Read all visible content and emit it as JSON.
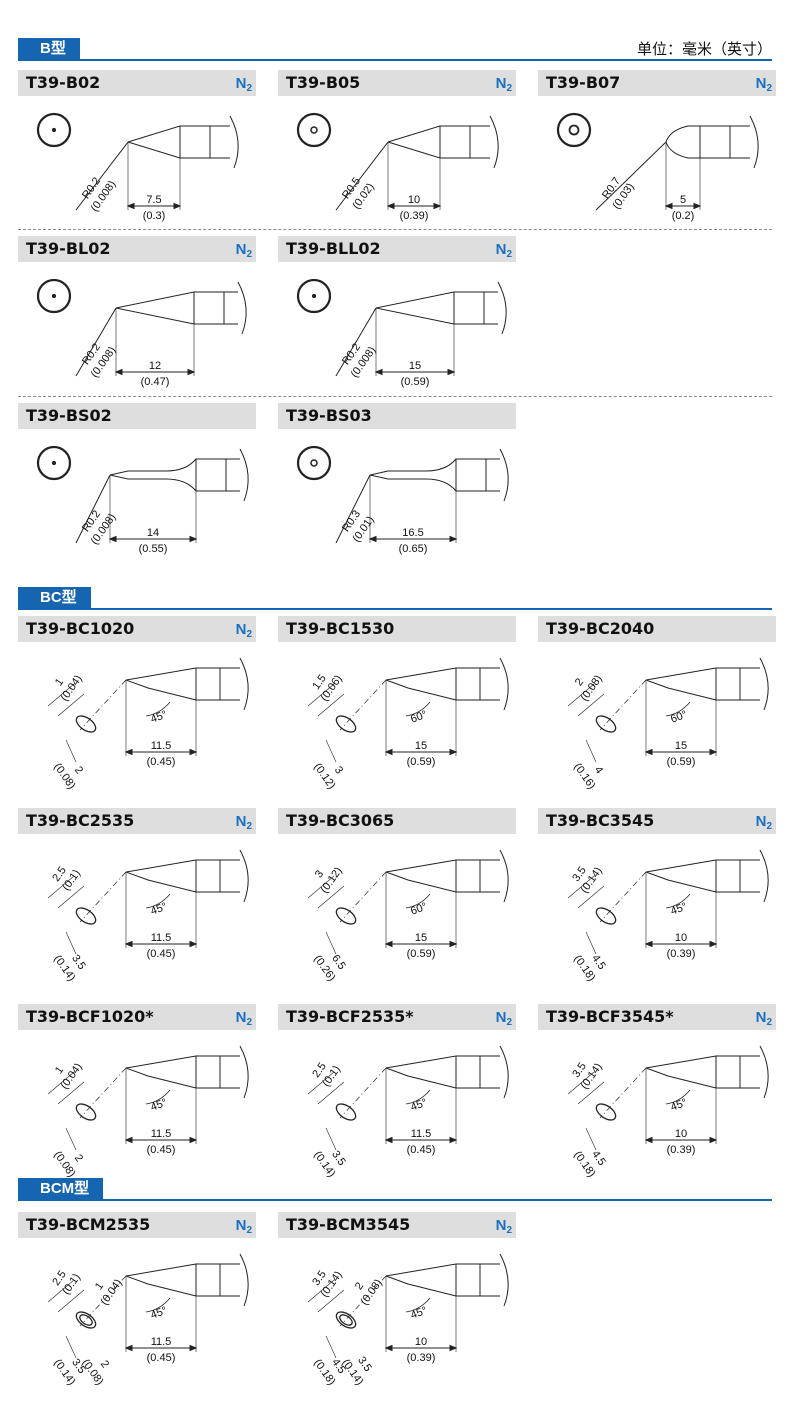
{
  "unit_label": "单位：毫米（英寸）",
  "n2_symbol": "N",
  "n2_subscript": "2",
  "sections": [
    {
      "label": "B型"
    },
    {
      "label": "BC型"
    },
    {
      "label": "BCM型"
    }
  ],
  "tips": [
    {
      "name": "T39-B02",
      "n2": true,
      "kind": "conical",
      "circle": "dot",
      "r": "R0.2",
      "r_in": "(0.008)",
      "len": "7.5",
      "len_in": "(0.3)"
    },
    {
      "name": "T39-B05",
      "n2": true,
      "kind": "conical",
      "circle": "ring-small",
      "r": "R0.5",
      "r_in": "(0.02)",
      "len": "10",
      "len_in": "(0.39)"
    },
    {
      "name": "T39-B07",
      "n2": true,
      "kind": "conical-short",
      "circle": "ring",
      "r": "R0.7",
      "r_in": "(0.03)",
      "len": "5",
      "len_in": "(0.2)"
    },
    {
      "name": "T39-BL02",
      "n2": true,
      "kind": "conical-long",
      "circle": "dot",
      "r": "R0.2",
      "r_in": "(0.008)",
      "len": "12",
      "len_in": "(0.47)"
    },
    {
      "name": "T39-BLL02",
      "n2": true,
      "kind": "conical-long",
      "circle": "dot",
      "r": "R0.2",
      "r_in": "(0.008)",
      "len": "15",
      "len_in": "(0.59)"
    },
    {
      "name": "T39-BS02",
      "n2": false,
      "kind": "slim",
      "circle": "dot",
      "r": "R0.2",
      "r_in": "(0.008)",
      "len": "14",
      "len_in": "(0.55)"
    },
    {
      "name": "T39-BS03",
      "n2": false,
      "kind": "slim",
      "circle": "ring-small",
      "r": "R0.3",
      "r_in": "(0.01)",
      "len": "16.5",
      "len_in": "(0.65)"
    },
    {
      "name": "T39-BC1020",
      "n2": true,
      "kind": "bevel",
      "w": "1",
      "w_in": "(0.04)",
      "d": "2",
      "d_in": "(0.08)",
      "angle": "45°",
      "len": "11.5",
      "len_in": "(0.45)"
    },
    {
      "name": "T39-BC1530",
      "n2": false,
      "kind": "bevel",
      "w": "1.5",
      "w_in": "(0.06)",
      "d": "3",
      "d_in": "(0.12)",
      "angle": "60°",
      "len": "15",
      "len_in": "(0.59)"
    },
    {
      "name": "T39-BC2040",
      "n2": false,
      "kind": "bevel",
      "w": "2",
      "w_in": "(0.08)",
      "d": "4",
      "d_in": "(0.16)",
      "angle": "60°",
      "len": "15",
      "len_in": "(0.59)"
    },
    {
      "name": "T39-BC2535",
      "n2": true,
      "kind": "bevel",
      "w": "2.5",
      "w_in": "(0.1)",
      "d": "3.5",
      "d_in": "(0.14)",
      "angle": "45°",
      "len": "11.5",
      "len_in": "(0.45)"
    },
    {
      "name": "T39-BC3065",
      "n2": false,
      "kind": "bevel",
      "w": "3",
      "w_in": "(0.12)",
      "d": "6.5",
      "d_in": "(0.26)",
      "angle": "60°",
      "len": "15",
      "len_in": "(0.59)"
    },
    {
      "name": "T39-BC3545",
      "n2": true,
      "kind": "bevel",
      "w": "3.5",
      "w_in": "(0.14)",
      "d": "4.5",
      "d_in": "(0.18)",
      "angle": "45°",
      "len": "10",
      "len_in": "(0.39)"
    },
    {
      "name": "T39-BCF1020*",
      "n2": true,
      "kind": "bevel",
      "w": "1",
      "w_in": "(0.04)",
      "d": "2",
      "d_in": "(0.08)",
      "angle": "45°",
      "len": "11.5",
      "len_in": "(0.45)"
    },
    {
      "name": "T39-BCF2535*",
      "n2": true,
      "kind": "bevel",
      "w": "2.5",
      "w_in": "(0.1)",
      "d": "3.5",
      "d_in": "(0.14)",
      "angle": "45°",
      "len": "11.5",
      "len_in": "(0.45)"
    },
    {
      "name": "T39-BCF3545*",
      "n2": true,
      "kind": "bevel",
      "w": "3.5",
      "w_in": "(0.14)",
      "d": "4.5",
      "d_in": "(0.18)",
      "angle": "45°",
      "len": "10",
      "len_in": "(0.39)"
    },
    {
      "name": "T39-BCM2535",
      "n2": true,
      "kind": "bevel-m",
      "w": "2.5",
      "w_in": "(0.1)",
      "w2": "1",
      "w2_in": "(0.04)",
      "d": "3.5",
      "d_in": "(0.14)",
      "d2": "2",
      "d2_in": "(0.08)",
      "angle": "45°",
      "len": "11.5",
      "len_in": "(0.45)"
    },
    {
      "name": "T39-BCM3545",
      "n2": true,
      "kind": "bevel-m",
      "w": "3.5",
      "w_in": "(0.14)",
      "w2": "2",
      "w2_in": "(0.08)",
      "d": "4.5",
      "d_in": "(0.18)",
      "d2": "3.5",
      "d2_in": "(0.14)",
      "angle": "45°",
      "len": "10",
      "len_in": "(0.39)"
    }
  ]
}
